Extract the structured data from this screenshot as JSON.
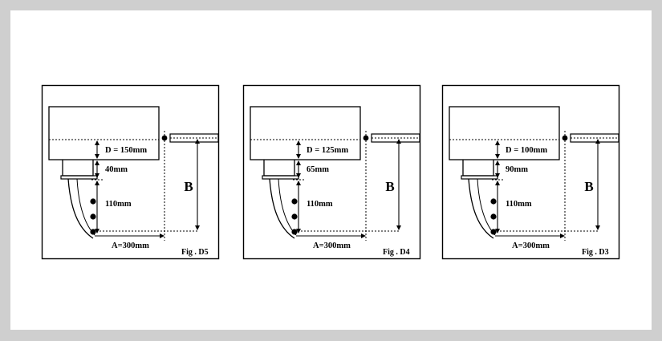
{
  "figures": [
    {
      "caption": "Fig . D5",
      "d_label": "D = 150mm",
      "gap_label": "40mm",
      "span_label": "110mm",
      "a_label": "A=300mm",
      "b_label": "B"
    },
    {
      "caption": "Fig . D4",
      "d_label": "D = 125mm",
      "gap_label": "65mm",
      "span_label": "110mm",
      "a_label": "A=300mm",
      "b_label": "B"
    },
    {
      "caption": "Fig . D3",
      "d_label": "D = 100mm",
      "gap_label": "90mm",
      "span_label": "110mm",
      "a_label": "A=300mm",
      "b_label": "B"
    }
  ]
}
